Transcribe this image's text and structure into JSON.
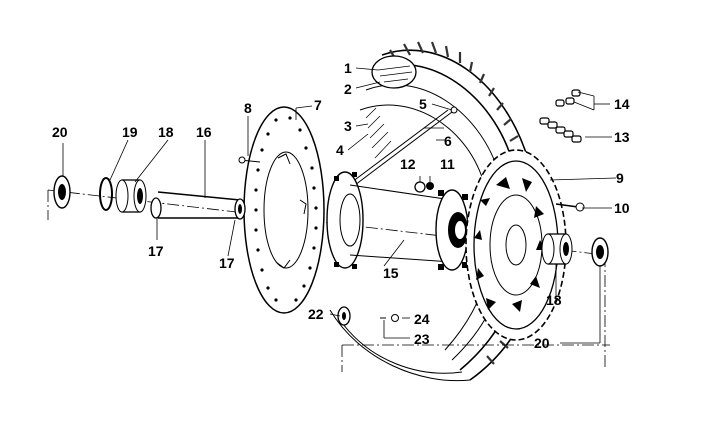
{
  "diagram": {
    "callouts": [
      {
        "id": "c1",
        "text": "1"
      },
      {
        "id": "c2",
        "text": "2"
      },
      {
        "id": "c3",
        "text": "3"
      },
      {
        "id": "c4",
        "text": "4"
      },
      {
        "id": "c5",
        "text": "5"
      },
      {
        "id": "c6",
        "text": "6"
      },
      {
        "id": "c7",
        "text": "7"
      },
      {
        "id": "c8",
        "text": "8"
      },
      {
        "id": "c9",
        "text": "9"
      },
      {
        "id": "c10",
        "text": "10"
      },
      {
        "id": "c11",
        "text": "11"
      },
      {
        "id": "c12",
        "text": "12"
      },
      {
        "id": "c13",
        "text": "13"
      },
      {
        "id": "c14",
        "text": "14"
      },
      {
        "id": "c15",
        "text": "15"
      },
      {
        "id": "c16",
        "text": "16"
      },
      {
        "id": "c17a",
        "text": "17"
      },
      {
        "id": "c17b",
        "text": "17"
      },
      {
        "id": "c18a",
        "text": "18"
      },
      {
        "id": "c18b",
        "text": "18"
      },
      {
        "id": "c19",
        "text": "19"
      },
      {
        "id": "c20a",
        "text": "20"
      },
      {
        "id": "c20b",
        "text": "20"
      },
      {
        "id": "c22",
        "text": "22"
      },
      {
        "id": "c23",
        "text": "23"
      },
      {
        "id": "c24",
        "text": "24"
      }
    ],
    "colors": {
      "ink": "#000000",
      "paper": "#ffffff",
      "tread": "#333333"
    }
  }
}
